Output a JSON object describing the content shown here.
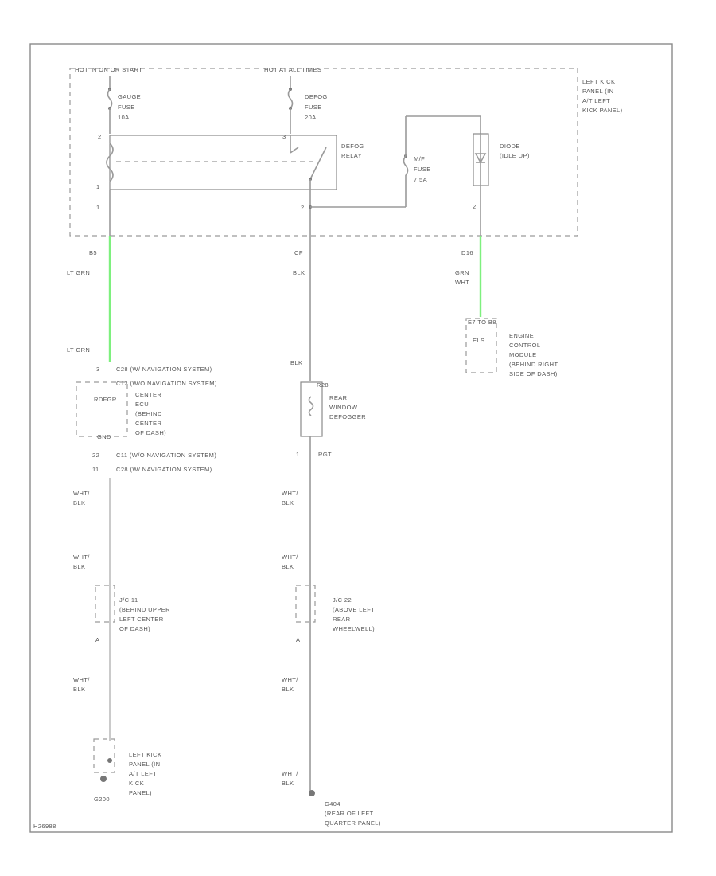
{
  "fuse_box": {
    "label_left": "HOT IN ON OR START",
    "label_mid": "HOT AT ALL TIMES",
    "location": [
      "LEFT KICK",
      "PANEL (IN",
      "A/T LEFT",
      "KICK PANEL)"
    ]
  },
  "fuse_gauge": {
    "name": "GAUGE",
    "word": "FUSE",
    "rating": "10A",
    "pin": "1"
  },
  "fuse_defog": {
    "name": "DEFOG",
    "word": "FUSE",
    "rating": "20A",
    "pin": "2"
  },
  "defog_relay": {
    "line1": "DEFOG",
    "line2": "RELAY"
  },
  "mir_fuse": {
    "name": "M/F",
    "word": "FUSE",
    "rating": "7.5A"
  },
  "diode": {
    "line1": "DIODE",
    "line2": "(IDLE UP)",
    "pin": "2"
  },
  "wire_left": {
    "connector": "B5",
    "color": "LT GRN",
    "color2": "LT GRN"
  },
  "wire_mid": {
    "connector": "CF",
    "color": "BLK",
    "color2": "BLK"
  },
  "wire_right": {
    "connector": "D16",
    "color": "GRN",
    "color2": "WHT"
  },
  "ecm": {
    "connector": "E7 TO B8",
    "terminal": "ELS",
    "lines": [
      "ENGINE",
      "CONTROL",
      "MODULE",
      "(BEHIND RIGHT",
      "SIDE OF DASH)"
    ]
  },
  "display_center": {
    "pin_top": "3",
    "conn_c28": "C28 (W/ NAVIGATION SYSTEM)",
    "conn_c12": "C12 (W/O NAVIGATION SYSTEM)",
    "terminal_in": "RDFGR",
    "terminal_out": "GND",
    "lines": [
      "CENTER",
      "ECU",
      "(BEHIND",
      "CENTER",
      "OF DASH)"
    ],
    "pin_a": "22",
    "conn_c11": "C11 (W/O NAVIGATION SYSTEM)",
    "pin_b": "11",
    "conn_c28b": "C28 (W/ NAVIGATION SYSTEM)"
  },
  "rear_defogger": {
    "connector": "R28",
    "lines": [
      "REAR",
      "WINDOW",
      "DEFOGGER"
    ],
    "pin": "1",
    "wire_color": "RGT"
  },
  "left_ground_path": {
    "wire1": [
      "WHT/",
      "BLK"
    ],
    "wire2": [
      "WHT/",
      "BLK"
    ],
    "junction": "J/C 11",
    "junction_lines": [
      "(BEHIND UPPER",
      "LEFT CENTER",
      "OF DASH)"
    ],
    "pin": "A",
    "wire3": [
      "WHT/",
      "BLK"
    ],
    "ground_lines": [
      "LEFT KICK",
      "PANEL (IN",
      "A/T LEFT",
      "KICK",
      "PANEL)"
    ],
    "ground_id": "G200"
  },
  "mid_ground_path": {
    "wire1": [
      "WHT/",
      "BLK"
    ],
    "wire2": [
      "WHT/",
      "BLK"
    ],
    "junction": "J/C 22",
    "junction_lines": [
      "(ABOVE LEFT",
      "REAR",
      "WHEELWELL)"
    ],
    "pin": "A",
    "wire3": [
      "WHT/",
      "BLK"
    ],
    "wire4": [
      "WHT/",
      "BLK"
    ],
    "ground_id": "G404",
    "ground_lines": [
      "(REAR OF LEFT",
      "QUARTER PANEL)"
    ]
  },
  "diagram_id": "H26988"
}
